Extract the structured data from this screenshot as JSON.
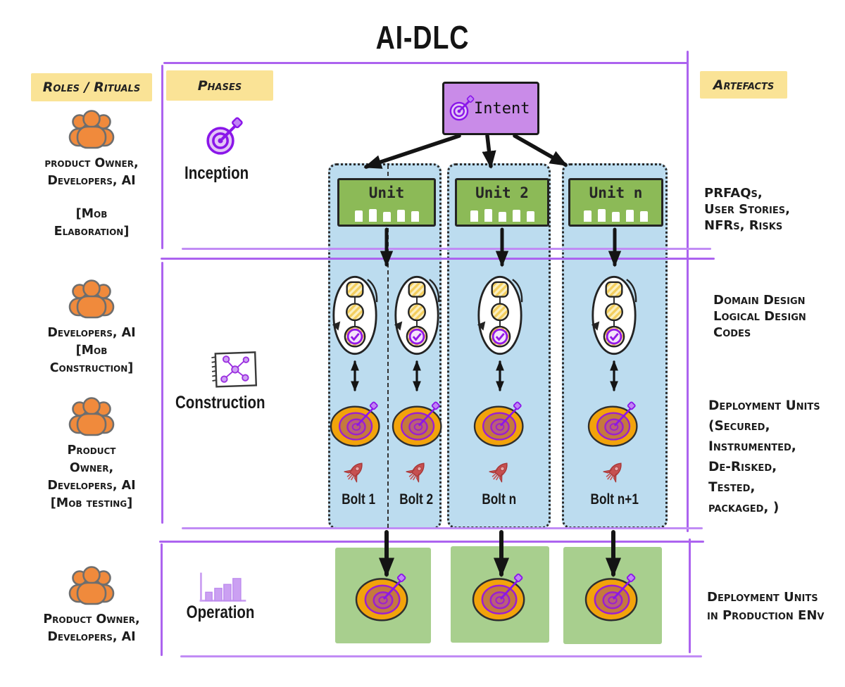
{
  "title": "AI-DLC",
  "headers": {
    "roles": "Roles / Rituals",
    "phases": "Phases",
    "artefacts": "Artefacts"
  },
  "roles": {
    "groups": [
      {
        "lines": [
          "product Owner,",
          "Developers, AI"
        ],
        "ritual": [
          "[Mob",
          "Elaboration]"
        ]
      },
      {
        "lines": [
          "Developers, AI",
          "[Mob",
          "Construction]"
        ]
      },
      {
        "lines": [
          "Product",
          "Owner,",
          "Developers, AI",
          "[Mob testing]"
        ]
      },
      {
        "lines": [
          "Product Owner,",
          "Developers, AI"
        ]
      }
    ]
  },
  "phases": {
    "inception": "Inception",
    "construction": "Construction",
    "operation": "Operation"
  },
  "intent": {
    "label": "Intent"
  },
  "units": [
    {
      "label": "Unit"
    },
    {
      "label": "Unit 2"
    },
    {
      "label": "Unit n"
    }
  ],
  "bolts": [
    {
      "label": "Bolt 1"
    },
    {
      "label": "Bolt 2"
    },
    {
      "label": "Bolt n"
    },
    {
      "label": "Bolt n+1"
    }
  ],
  "artefacts": [
    {
      "lines": [
        "PRFAQs,",
        "User Stories,",
        "NFRs, Risks"
      ]
    },
    {
      "lines": [
        "Domain Design",
        "Logical Design",
        "Codes"
      ]
    },
    {
      "lines": [
        "Deployment Units",
        "(Secured,",
        "Instrumented,",
        "De-Risked,",
        "Tested,",
        "packaged, )"
      ]
    },
    {
      "lines": [
        "Deployment Units",
        "in Production ENv"
      ]
    }
  ],
  "colors": {
    "frame_purple": "#AC63EF",
    "header_yellow": "#FAE396",
    "column_blue": "#BCDCEF",
    "unit_green": "#8CBA57",
    "production_green": "#A8CF8E",
    "intent_purple": "#C98BE8",
    "target_orange": "#F2A30B",
    "icon_purple": "#8A16E9",
    "people_orange": "#F08A3C",
    "rocket_red": "#C65050",
    "arrow_black": "#141414"
  }
}
